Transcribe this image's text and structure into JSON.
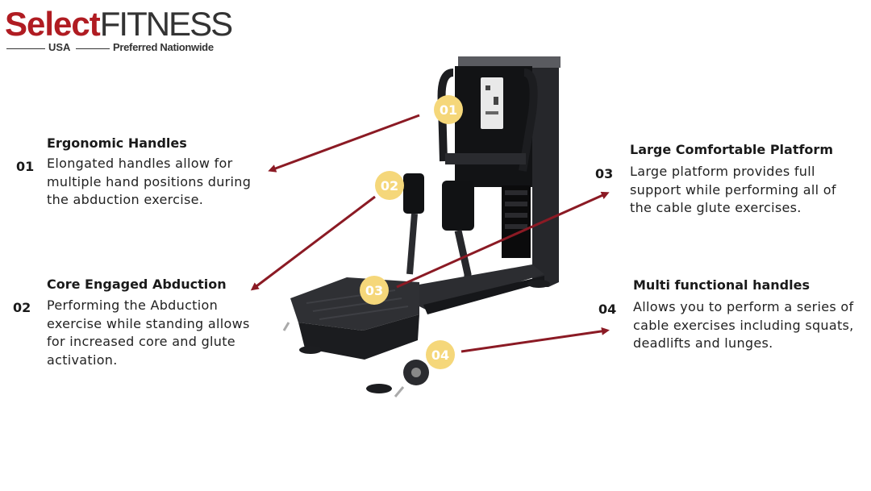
{
  "logo": {
    "brand_part1": "Select",
    "brand_part2": "FITNESS",
    "region": "USA",
    "tagline": "Preferred Nationwide"
  },
  "features": [
    {
      "number": "01",
      "title": "Ergonomic Handles",
      "description": "Elongated handles allow for multiple hand positions during the abduction exercise."
    },
    {
      "number": "02",
      "title": "Core Engaged Abduction",
      "description": "Performing the Abduction exercise while standing allows for increased core and glute activation."
    },
    {
      "number": "03",
      "title": "Large Comfortable Platform",
      "description": "Large platform provides full support while performing all of the cable glute exercises."
    },
    {
      "number": "04",
      "title": "Multi functional handles",
      "description": "Allows you to perform a series of cable exercises including squats, deadlifts and lunges."
    }
  ],
  "badges": [
    "01",
    "02",
    "03",
    "04"
  ],
  "colors": {
    "brand_red": "#b01c22",
    "arrow": "#8b1a24",
    "badge": "#f5d77a",
    "machine": "#1e1f22"
  }
}
